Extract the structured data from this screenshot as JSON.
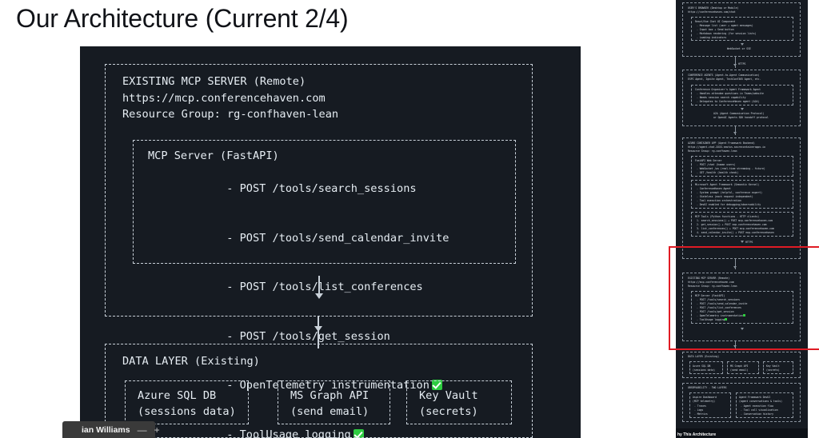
{
  "slide": {
    "title": "Our Architecture (Current 2/4)"
  },
  "colors": {
    "canvas_bg": "#161b22",
    "stroke": "#c9d1d9",
    "text": "#e6edf3",
    "page_bg": "#ffffff",
    "viewport_selection": "#e01b24",
    "check_green": "#2ecc40"
  },
  "diagram": {
    "existing_server": {
      "heading": "EXISTING MCP SERVER (Remote)",
      "url": "https://mcp.conferencehaven.com",
      "resource_group": "Resource Group: rg-confhaven-lean",
      "mcp_server": {
        "heading": "MCP Server (FastAPI)",
        "items": [
          {
            "text": "- POST /tools/search_sessions",
            "check": false
          },
          {
            "text": "- POST /tools/send_calendar_invite",
            "check": false
          },
          {
            "text": "- POST /tools/list_conferences",
            "check": false
          },
          {
            "text": "- POST /tools/get_session",
            "check": false
          },
          {
            "text": "- OpenTelemetry instrumentation",
            "check": true
          },
          {
            "text": "- ToolUsage logging",
            "check": true
          }
        ]
      }
    },
    "data_layer": {
      "heading": "DATA LAYER (Existing)",
      "boxes": [
        {
          "line1": "Azure SQL DB",
          "line2": "(sessions data)"
        },
        {
          "line1": "MS Graph API",
          "line2": "(send email)"
        },
        {
          "line1": "Key Vault",
          "line2": "(secrets)"
        }
      ]
    }
  },
  "minimap": {
    "caption": "hy This Architecture",
    "sections": [
      {
        "name": "users-browser",
        "heading": "USER'S BROWSER (Desktop or Mobile)",
        "subheading": "https://conferencehaven.com/chat",
        "inner_heading": "React/Vue Chat UI Component",
        "inner_items": [
          "- Message list (user + agent messages)",
          "- Input box + Send button",
          "- Markdown rendering (for session lists)",
          "- Loading indicators"
        ],
        "footer": "WebSocket or SSE"
      },
      {
        "name": "conference-agents",
        "heading": "CONFERENCE AGENTS (Agent-to-Agent Communication)",
        "subheading": "ESPC Agent, Ignite Agent, TechConf365 Agent, etc.",
        "inner_heading": "Conference Organizer's Agent Framework Agent",
        "inner_items": [
          "- Handles attendee questions in Teams/website",
          "- Needs session search capability",
          "- Delegates to ConferenceHaven agent (A2A)"
        ],
        "footer": "A2A (Agent Communication Protocol)",
        "footer2": "or OpenAI Agents SDK handoff protocol"
      },
      {
        "name": "azure-container-app",
        "heading": "AZURE CONTAINER APP (Agent Framework Backend)",
        "subheading": "https://agent-chat-XXXX.eastus.azurecontainerapps.io",
        "subheading2": "Resource Group: rg-confhaven-lean",
        "blocks": [
          {
            "heading": "FastAPI Web Server",
            "items": [
              "- POST /chat (human users)",
              "- WebSocket /ws (real-time streaming - future)",
              "- GET /health (health check)"
            ]
          },
          {
            "heading": "Microsoft Agent Framework (Semantic Kernel)",
            "items": [
              "- ConferenceHaven Agent",
              "- System prompt (helpful, conference expert)",
              "- Stateless (each request independent)",
              "- Tool execution orchestration",
              "- DevUI enabled for debugging/observability"
            ]
          },
          {
            "heading": "MCP Tools (Python functions - HTTP clients)",
            "items": [
              "1. search_sessions() + POST mcp.conferencehaven.com",
              "2. get_session() + POST mcp.conferencehaven.com",
              "3. list_conferences() + POST mcp.conferencehaven.com",
              "4. send_calendar_invite() + POST mcp.conferencehaven"
            ]
          }
        ],
        "footer": "HTTPS"
      },
      {
        "name": "existing-mcp-server",
        "heading": "EXISTING MCP SERVER (Remote)",
        "subheading": "https://mcp.conferencehaven.com",
        "subheading2": "Resource Group: rg-confhaven-lean",
        "inner_heading": "MCP Server (FastAPI)",
        "inner_items": [
          {
            "text": "- POST /tools/search_sessions",
            "check": false
          },
          {
            "text": "- POST /tools/send_calendar_invite",
            "check": false
          },
          {
            "text": "- POST /tools/list_conferences",
            "check": false
          },
          {
            "text": "- POST /tools/get_session",
            "check": false
          },
          {
            "text": "- OpenTelemetry instrumentation",
            "check": true
          },
          {
            "text": "- ToolUsage logging",
            "check": true
          }
        ]
      },
      {
        "name": "data-layer",
        "heading": "DATA LAYER (Existing)",
        "boxes": [
          {
            "line1": "Azure SQL DB",
            "line2": "(sessions data)"
          },
          {
            "line1": "MS Graph API",
            "line2": "(send email)"
          },
          {
            "line1": "Key Vault",
            "line2": "(secrets)"
          }
        ]
      },
      {
        "name": "observability",
        "heading": "OBSERVABILITY - TWO LAYERS",
        "boxes": [
          {
            "heading": "Aspire Dashboard",
            "subheading": "(MCP telemetry)",
            "items": [
              "- Traces",
              "- Logs",
              "- Metrics"
            ]
          },
          {
            "heading": "Agent Framework DevUI",
            "subheading": "(agent conversations & tools)",
            "items": [
              "- Agent execution flow",
              "- Tool call visualization",
              "- Conversation history"
            ]
          }
        ]
      }
    ],
    "connector_labels": [
      "HTTPS",
      "HTTPS",
      "HTTPS"
    ]
  },
  "presenter": {
    "name": "ian Williams",
    "minus_label": "—",
    "plus_label": "+"
  }
}
